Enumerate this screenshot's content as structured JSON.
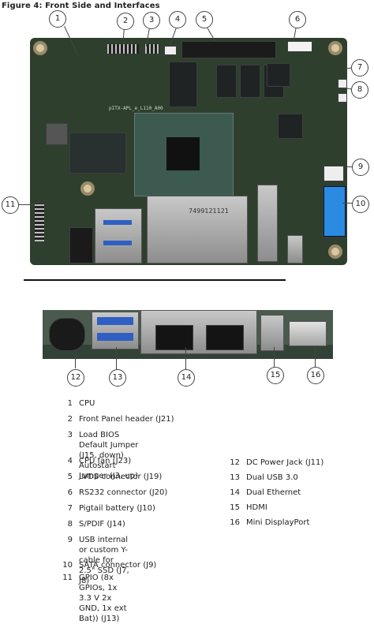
{
  "figure_title": "Figure 4: Front Side and Interfaces",
  "board_text": {
    "silkscreen": "pITX-APL_e_L110_A00",
    "chip_label": "7499121121"
  },
  "callouts_top": [
    "1",
    "2",
    "3",
    "4",
    "5",
    "6",
    "7",
    "8",
    "9",
    "10",
    "11"
  ],
  "callouts_bottom": [
    "12",
    "13",
    "14",
    "15",
    "16"
  ],
  "legend_left": [
    {
      "num": "1",
      "text": "CPU"
    },
    {
      "num": "2",
      "text": "Front Panel header (J21)"
    },
    {
      "num": "3",
      "text": "Load BIOS Default Jumper (J15, down)\nAutostart Jumper (J3, up)"
    },
    {
      "num": "4",
      "text": "CPU fan (J23)"
    },
    {
      "num": "5",
      "text": "LVDS connector (J19)"
    },
    {
      "num": "6",
      "text": "RS232 connector (J20)"
    },
    {
      "num": "7",
      "text": "Pigtail battery (J10)"
    },
    {
      "num": "8",
      "text": "S/PDIF (J14)"
    },
    {
      "num": "9",
      "text": "USB internal or custom Y- cable for\n2.5\" SSD (J7, J8)"
    },
    {
      "num": "10",
      "text": "SATA connector (J9)"
    },
    {
      "num": "11",
      "text": "GPIO (8x GPIOs, 1x 3.3 V 2x GND, 1x ext\nBat)) (J13)"
    }
  ],
  "legend_right": [
    {
      "num": "12",
      "text": "DC Power Jack (J11)"
    },
    {
      "num": "13",
      "text": "Dual USB 3.0"
    },
    {
      "num": "14",
      "text": "Dual Ethernet"
    },
    {
      "num": "15",
      "text": "HDMI"
    },
    {
      "num": "16",
      "text": "Mini DisplayPort"
    }
  ]
}
